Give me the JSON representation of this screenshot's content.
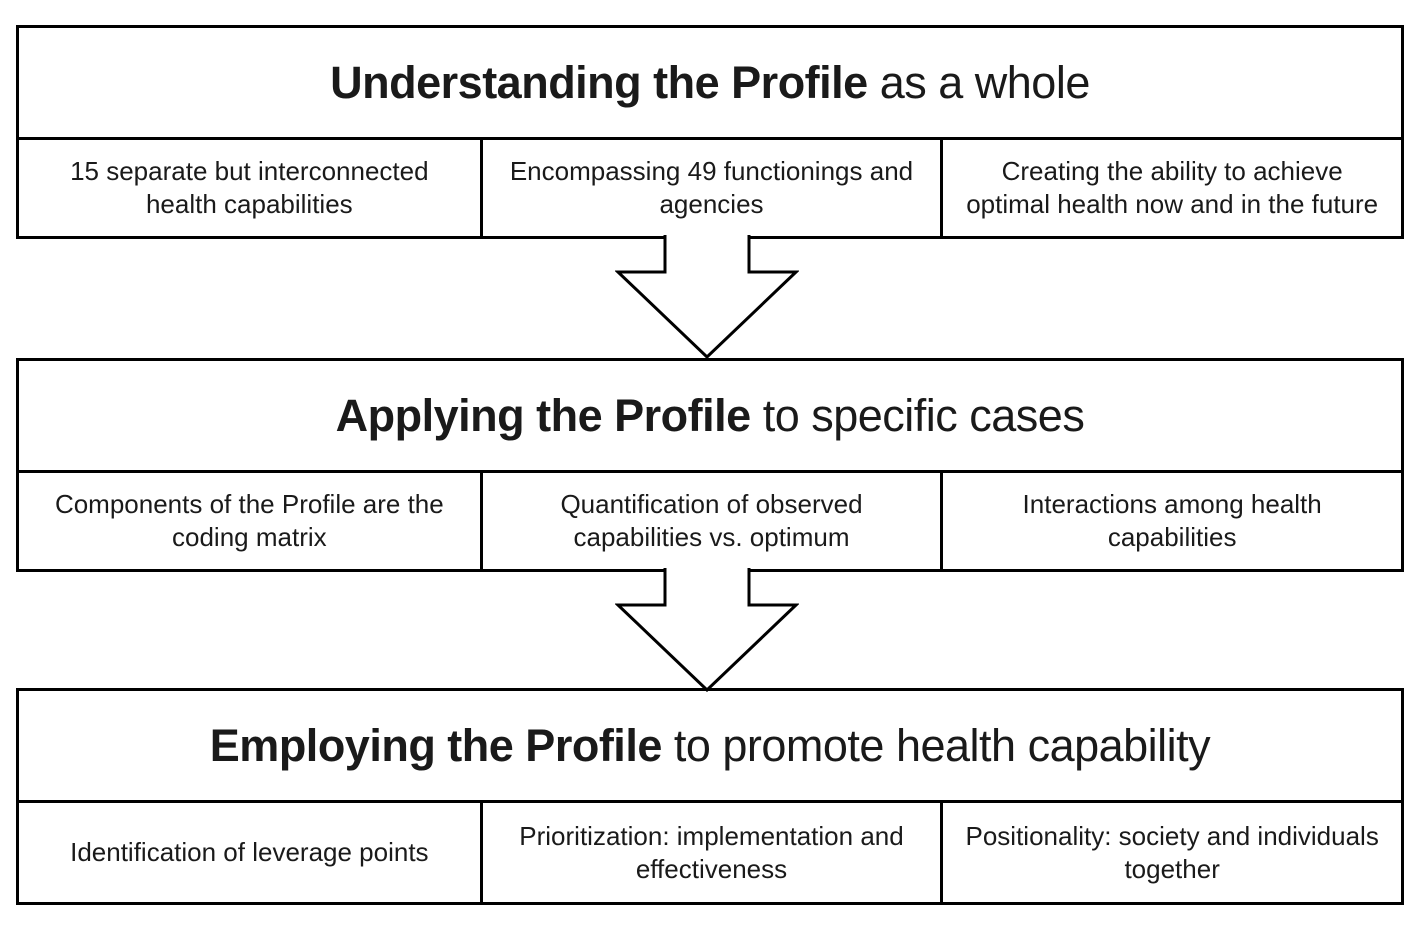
{
  "diagram": {
    "colors": {
      "border": "#000000",
      "background": "#ffffff",
      "text": "#1a1a1a"
    },
    "icons": {
      "down_arrow": "block-arrow-down"
    },
    "sections": [
      {
        "title_bold": "Understanding the Profile",
        "title_rest": " as a whole",
        "cells": [
          "15 separate but interconnected health capabilities",
          "Encompassing 49 functionings and agencies",
          "Creating the ability to achieve optimal health now and in the future"
        ]
      },
      {
        "title_bold": "Applying the Profile",
        "title_rest": " to specific cases",
        "cells": [
          "Components of the Profile are the coding matrix",
          "Quantification of observed capabilities vs. optimum",
          "Interactions among health capabilities"
        ]
      },
      {
        "title_bold": "Employing the Profile",
        "title_rest": " to promote health capability",
        "cells": [
          "Identification of leverage points",
          "Prioritization: implementation and effectiveness",
          "Positionality: society and individuals together"
        ]
      }
    ]
  }
}
